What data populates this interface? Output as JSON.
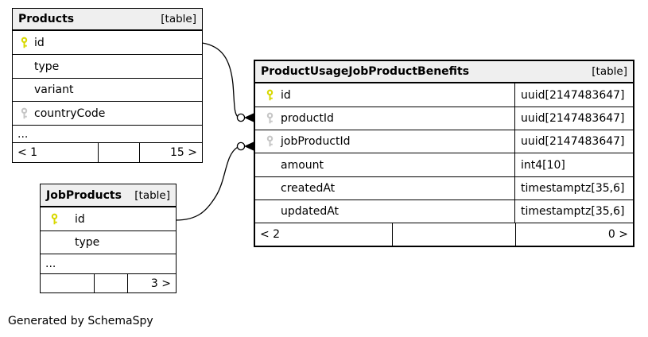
{
  "diagram": {
    "attribution": "Generated by SchemaSpy",
    "colors": {
      "background": "#ffffff",
      "border": "#000000",
      "header_bg": "#efefef",
      "primary_key_icon_color": "#d8d800",
      "foreign_key_icon_color": "#c6c6c6"
    },
    "tables": [
      {
        "name": "Products",
        "badge": "[table]",
        "columns": [
          {
            "name": "id",
            "icon": "primary-key-icon"
          },
          {
            "name": "type"
          },
          {
            "name": "variant"
          },
          {
            "name": "countryCode",
            "icon": "foreign-key-icon"
          }
        ],
        "ellipsis": "...",
        "footer": {
          "left": "< 1",
          "mid": "",
          "right": "15 >"
        }
      },
      {
        "name": "JobProducts",
        "badge": "[table]",
        "columns": [
          {
            "name": "id",
            "icon": "primary-key-icon"
          },
          {
            "name": "type"
          }
        ],
        "ellipsis": "...",
        "footer": {
          "left": "",
          "mid": "",
          "right": "3 >"
        }
      },
      {
        "name": "ProductUsageJobProductBenefits",
        "badge": "[table]",
        "columns": [
          {
            "name": "id",
            "icon": "primary-key-icon",
            "type": "uuid[2147483647]"
          },
          {
            "name": "productId",
            "icon": "foreign-key-icon",
            "type": "uuid[2147483647]"
          },
          {
            "name": "jobProductId",
            "icon": "foreign-key-icon",
            "type": "uuid[2147483647]"
          },
          {
            "name": "amount",
            "type": "int4[10]"
          },
          {
            "name": "createdAt",
            "type": "timestamptz[35,6]"
          },
          {
            "name": "updatedAt",
            "type": "timestamptz[35,6]"
          }
        ],
        "footer": {
          "left": "< 2",
          "mid": "",
          "right": "0 >"
        }
      }
    ],
    "relationships": [
      {
        "from_table": "Products",
        "from_column": "id",
        "to_table": "ProductUsageJobProductBenefits",
        "to_column": "productId"
      },
      {
        "from_table": "JobProducts",
        "from_column": "id",
        "to_table": "ProductUsageJobProductBenefits",
        "to_column": "jobProductId"
      }
    ]
  }
}
